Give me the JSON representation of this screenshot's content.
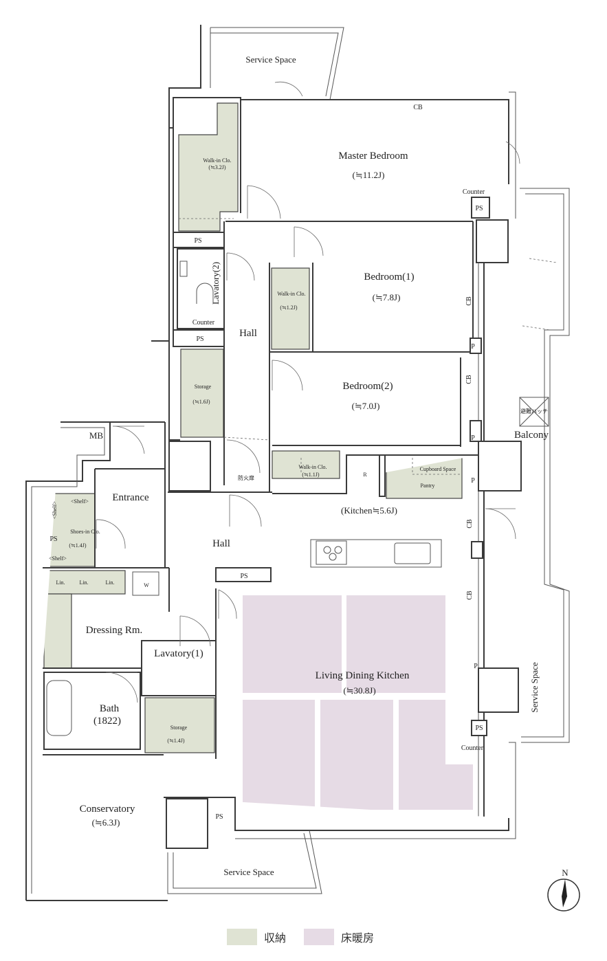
{
  "rooms": {
    "service_space_top": "Service Space",
    "master_bedroom": "Master Bedroom",
    "master_bedroom_size": "(≒11.2J)",
    "counter_top": "Counter",
    "ps": "PS",
    "walkin_1": "Walk-in Clo.",
    "walkin_1_size": "(≒3.2J)",
    "lavatory_2": "Lavatory(2)",
    "counter_lav2": "Counter",
    "bedroom_1": "Bedroom(1)",
    "bedroom_1_size": "(≒7.8J)",
    "walkin_2": "Walk-in Clo.",
    "walkin_2_size": "(≒1.2J)",
    "hall": "Hall",
    "storage_1": "Storage",
    "storage_1_size": "(≒1.6J)",
    "bedroom_2": "Bedroom(2)",
    "bedroom_2_size": "(≒7.0J)",
    "mb": "MB",
    "balcony": "Balcony",
    "hatch": "避難ハッチ",
    "fire_door": "防火扉",
    "walkin_3": "Walk-in Clo.",
    "walkin_3_size": "(≒1.1J)",
    "r": "R",
    "cupboard_space": "Cupboard Space",
    "pantry": "Pantry",
    "p": "P",
    "entrance": "Entrance",
    "shelf": "<Shelf>",
    "shoes_in": "Shoes-in Clo.",
    "shoes_in_size": "(≒1.4J)",
    "kitchen": "(Kitchen≒5.6J)",
    "lin": "Lin.",
    "w": "W",
    "dressing": "Dressing Rm.",
    "lavatory_1": "Lavatory(1)",
    "ldk": "Living Dining Kitchen",
    "ldk_size": "(≒30.8J)",
    "bath": "Bath",
    "bath_size": "(1822)",
    "storage_2": "Storage",
    "storage_2_size": "(≒1.4J)",
    "service_space_right": "Service Space",
    "counter_right": "Counter",
    "conservatory": "Conservatory",
    "conservatory_size": "(≒6.3J)",
    "service_space_bottom": "Service Space",
    "cb": "CB",
    "north": "N"
  },
  "legend": {
    "storage_label": "収納",
    "heating_label": "床暖房"
  },
  "colors": {
    "storage": "#dfe3d3",
    "floor_heating": "#e6dbe5",
    "wall": "#3a3a3a"
  }
}
